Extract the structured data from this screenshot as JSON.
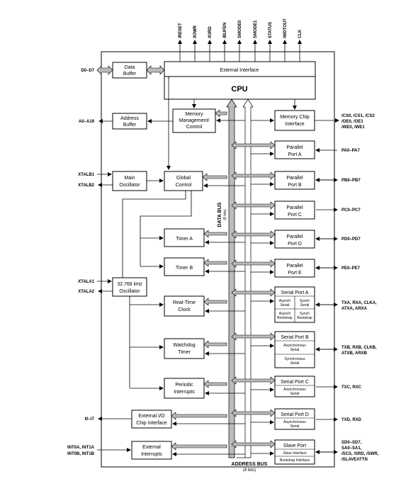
{
  "top_signals": [
    "/RESET",
    "/IOWR",
    "/IORD",
    "/BUFEN",
    "SMODE0",
    "SMODE1",
    "STATUS",
    "/WDTOUT",
    "CLK"
  ],
  "blocks": {
    "data_buffer": [
      "Data",
      "Buffer"
    ],
    "address_buffer": [
      "Address",
      "Buffer"
    ],
    "external_interface": "External Interface",
    "cpu": "CPU",
    "memory_management": [
      "Memory",
      "Management/",
      "Control"
    ],
    "memory_chip_interface": [
      "Memory Chip",
      "Interface"
    ],
    "main_oscillator": [
      "Main",
      "Oscillator"
    ],
    "global_control": [
      "Global",
      "Control"
    ],
    "timer_a": "Timer A",
    "timer_b": "Timer B",
    "osc_32k": [
      "32.768 kHz",
      "Oscillator"
    ],
    "rtc": [
      "Real-Time",
      "Clock"
    ],
    "watchdog": [
      "Watchdog",
      "Timer"
    ],
    "periodic": [
      "Periodic",
      "Interrupts"
    ],
    "ext_io": [
      "External I/O",
      "Chip Interface"
    ],
    "ext_int": [
      "External",
      "Interrupts"
    ],
    "port_a": [
      "Parallel",
      "Port A"
    ],
    "port_b": [
      "Parallel",
      "Port B"
    ],
    "port_c": [
      "Parallel",
      "Port C"
    ],
    "port_d": [
      "Parallel",
      "Port D"
    ],
    "port_e": [
      "Parallel",
      "Port E"
    ],
    "serial_a": {
      "title": "Serial Port A",
      "cells": [
        [
          "Asynch",
          "Serial"
        ],
        [
          "Synch",
          "Serial"
        ],
        [
          "Asynch",
          "Bootstrap"
        ],
        [
          "Synch",
          "Bootstrap"
        ]
      ]
    },
    "serial_b": {
      "title": "Serial Port B",
      "rows": [
        [
          "Asynchronous",
          "Serial"
        ],
        [
          "Synchronous",
          "Serial"
        ]
      ]
    },
    "serial_c": {
      "title": "Serial Port C",
      "rows": [
        [
          "Asynchronous",
          "Serial"
        ]
      ]
    },
    "serial_d": {
      "title": "Serial Port D",
      "rows": [
        [
          "Asynchronous",
          "Serial"
        ]
      ]
    },
    "slave_port": {
      "title": "Slave Port",
      "rows": [
        "Slave Interface",
        "Bootstrap Interface"
      ]
    }
  },
  "left_signals": {
    "d0_d7": "D0–D7",
    "a0_a19": "A0–A19",
    "xtalb1": "XTALB1",
    "xtalb2": "XTALB2",
    "xtala1": "XTALA1",
    "xtala2": "XTALA2",
    "io": "I0–I7",
    "int_a": "INT0A, INT1A",
    "int_b": "INT0B, INT1B"
  },
  "right_signals": {
    "mem": [
      "/CS0, /CS1, /CS2",
      "/OE0, /OE1",
      "/WE0, /WE1"
    ],
    "pa": "PA0–PA7",
    "pb": "PB0–PB7",
    "pc": "PC0–PC7",
    "pd": "PD0–PD7",
    "pe": "PE0–PE7",
    "txa": [
      "TXA, RXA, CLKA,",
      "ATXA, ARXA"
    ],
    "txb": [
      "TXB, RXB, CLKB,",
      "ATXB, ARXB"
    ],
    "txc": "TXC, RXC",
    "txd": "TXD, RXD",
    "slave": [
      "SD0–SD7,",
      "SA0–SA1,",
      "/SCS, /SRD, /SWR,",
      "/SLAVEATTN"
    ]
  },
  "bus": {
    "data_bus": "DATA BUS",
    "data_bits": "(8 bits)",
    "address_bus": "ADDRESS BUS",
    "address_bits": "(8 bits)"
  }
}
